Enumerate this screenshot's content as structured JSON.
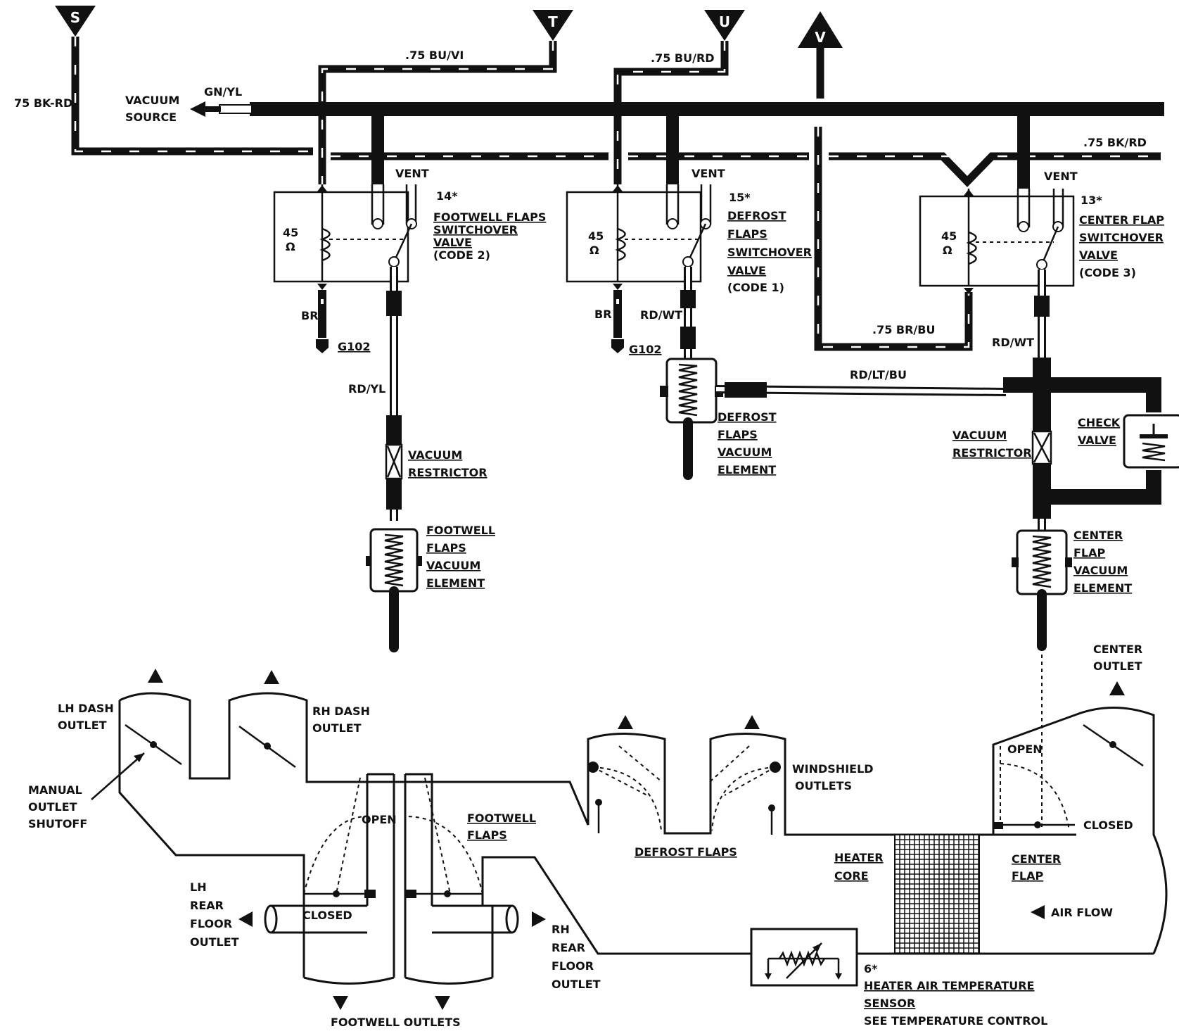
{
  "connectors": [
    {
      "id": "S",
      "label": "S"
    },
    {
      "id": "T",
      "label": "T"
    },
    {
      "id": "U",
      "label": "U"
    },
    {
      "id": "V",
      "label": "V"
    }
  ],
  "wires": {
    "bk_rd_left": "75 BK-RD",
    "bu_vi": ".75 BU/VI",
    "bu_rd": ".75 BU/RD",
    "bk_rd_right": ".75 BK/RD",
    "br_bu": ".75 BR/BU",
    "gn_yl": "GN/YL",
    "br_left": "BR",
    "br_mid": "BR",
    "g102_left": "G102",
    "g102_mid": "G102",
    "rd_yl": "RD/YL",
    "rd_wt_mid": "RD/WT",
    "rd_wt_right": "RD/WT",
    "rd_lt_bu": "RD/LT/BU"
  },
  "vacuum_source": {
    "line1": "VACUUM",
    "line2": "SOURCE"
  },
  "valves": [
    {
      "vent": "VENT",
      "resistance": "45",
      "ohm": "Ω",
      "ref": "14*",
      "name": [
        "FOOTWELL FLAPS",
        "SWITCHOVER",
        "VALVE"
      ],
      "code": "(CODE 2)"
    },
    {
      "vent": "VENT",
      "resistance": "45",
      "ohm": "Ω",
      "ref": "15*",
      "name": [
        "DEFROST",
        "FLAPS",
        "SWITCHOVER",
        "VALVE"
      ],
      "code": "(CODE 1)"
    },
    {
      "vent": "VENT",
      "resistance": "45",
      "ohm": "Ω",
      "ref": "13*",
      "name": [
        "CENTER FLAP",
        "SWITCHOVER",
        "VALVE"
      ],
      "code": "(CODE 3)"
    }
  ],
  "components": {
    "restrictor_left": [
      "VACUUM",
      "RESTRICTOR"
    ],
    "restrictor_right": [
      "VACUUM",
      "RESTRICTOR"
    ],
    "footwell_element": [
      "FOOTWELL",
      "FLAPS",
      "VACUUM",
      "ELEMENT"
    ],
    "defrost_element": [
      "DEFROST",
      "FLAPS",
      "VACUUM",
      "ELEMENT"
    ],
    "center_element": [
      "CENTER",
      "FLAP",
      "VACUUM",
      "ELEMENT"
    ],
    "check_valve": [
      "CHECK",
      "VALVE"
    ]
  },
  "outlets": {
    "lh_dash": [
      "LH DASH",
      "OUTLET"
    ],
    "rh_dash": [
      "RH DASH",
      "OUTLET"
    ],
    "manual_shutoff": [
      "MANUAL",
      "OUTLET",
      "SHUTOFF"
    ],
    "lh_rear": [
      "LH",
      "REAR",
      "FLOOR",
      "OUTLET"
    ],
    "rh_rear": [
      "RH",
      "REAR",
      "FLOOR",
      "OUTLET"
    ],
    "footwell_outlets": "FOOTWELL OUTLETS",
    "footwell_flaps": [
      "FOOTWELL",
      "FLAPS"
    ],
    "open_footwell": "OPEN",
    "closed_footwell": "CLOSED",
    "defrost_flaps": "DEFROST FLAPS",
    "windshield": [
      "WINDSHIELD",
      "OUTLETS"
    ],
    "center_outlet": [
      "CENTER",
      "OUTLET"
    ],
    "open_center": "OPEN",
    "closed_center": "CLOSED",
    "heater_core": [
      "HEATER",
      "CORE"
    ],
    "center_flap": [
      "CENTER",
      "FLAP"
    ],
    "air_flow": "AIR FLOW"
  },
  "sensor": {
    "ref": "6*",
    "line1": "HEATER AIR TEMPERATURE",
    "line2": "SENSOR",
    "line3": "SEE TEMPERATURE CONTROL"
  }
}
